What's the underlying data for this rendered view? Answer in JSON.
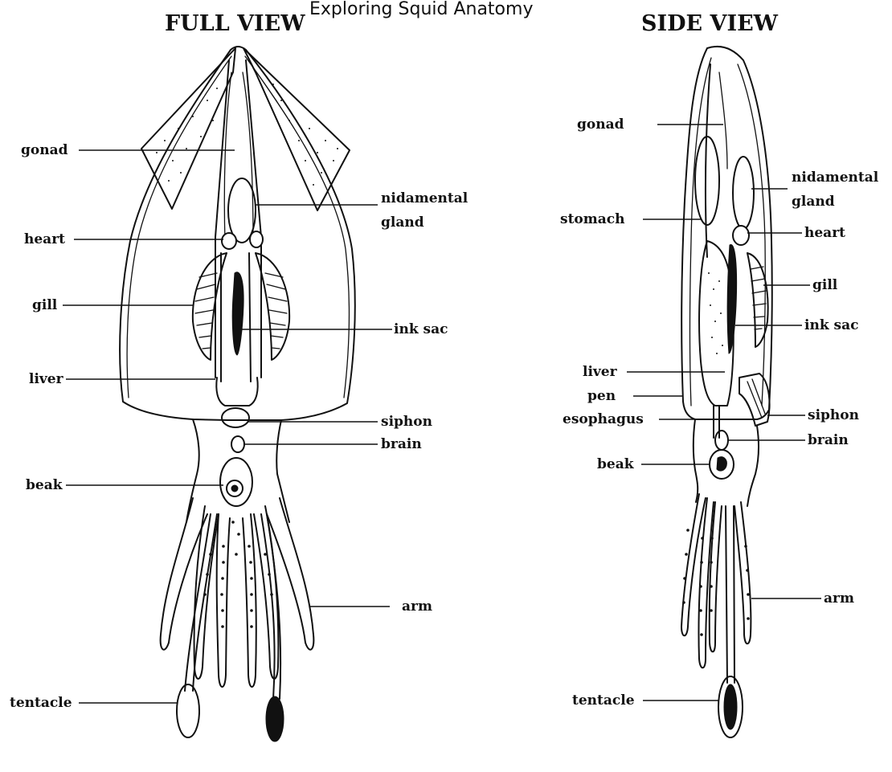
{
  "title": "Exploring Squid Anatomy",
  "full_view": {
    "heading": "FULL VIEW",
    "labels": {
      "gonad": "gonad",
      "nidamental_1": "nidamental",
      "nidamental_2": "gland",
      "heart": "heart",
      "gill": "gill",
      "ink_sac": "ink sac",
      "liver": "liver",
      "siphon": "siphon",
      "brain": "brain",
      "beak": "beak",
      "arm": "arm",
      "tentacle": "tentacle"
    }
  },
  "side_view": {
    "heading": "SIDE VIEW",
    "labels": {
      "gonad": "gonad",
      "nidamental_1": "nidamental",
      "nidamental_2": "gland",
      "stomach": "stomach",
      "heart": "heart",
      "gill": "gill",
      "ink_sac": "ink sac",
      "liver": "liver",
      "pen": "pen",
      "esophagus": "esophagus",
      "siphon": "siphon",
      "brain": "brain",
      "beak": "beak",
      "arm": "arm",
      "tentacle": "tentacle"
    }
  }
}
